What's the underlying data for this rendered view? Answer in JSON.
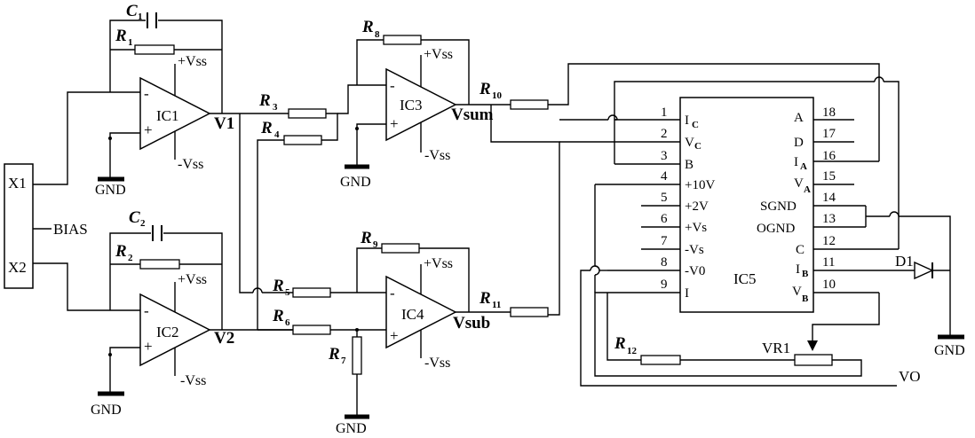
{
  "labels": {
    "c1": "C",
    "c1_sub": "1",
    "c2": "C",
    "c2_sub": "2",
    "r1": "R",
    "r1_sub": "1",
    "r2": "R",
    "r2_sub": "2",
    "r3": "R",
    "r3_sub": "3",
    "r4": "R",
    "r4_sub": "4",
    "r5": "R",
    "r5_sub": "5",
    "r6": "R",
    "r6_sub": "6",
    "r7": "R",
    "r7_sub": "7",
    "r8": "R",
    "r8_sub": "8",
    "r9": "R",
    "r9_sub": "9",
    "r10": "R",
    "r10_sub": "10",
    "r11": "R",
    "r11_sub": "11",
    "r12": "R",
    "r12_sub": "12",
    "ic1": "IC1",
    "ic2": "IC2",
    "ic3": "IC3",
    "ic4": "IC4",
    "ic5": "IC5",
    "v1": "V1",
    "v2": "V2",
    "vsum": "Vsum",
    "vsub": "Vsub",
    "vss_pos": "+Vss",
    "vss_neg": "-Vss",
    "gnd": "GND",
    "x1": "X1",
    "bias": "BIAS",
    "x2": "X2",
    "d1": "D1",
    "vr1": "VR1",
    "vo": "VO",
    "minus": "-",
    "plus": "+"
  },
  "ic5_left_pins": [
    {
      "num": "1",
      "name": "I",
      "sub": "C"
    },
    {
      "num": "2",
      "name": "V",
      "sub": "C"
    },
    {
      "num": "3",
      "name": "B",
      "sub": ""
    },
    {
      "num": "4",
      "name": "+10V",
      "sub": ""
    },
    {
      "num": "5",
      "name": "+2V",
      "sub": ""
    },
    {
      "num": "6",
      "name": "+Vs",
      "sub": ""
    },
    {
      "num": "7",
      "name": "-Vs",
      "sub": ""
    },
    {
      "num": "8",
      "name": "-V0",
      "sub": ""
    },
    {
      "num": "9",
      "name": "I",
      "sub": ""
    }
  ],
  "ic5_right_pins": [
    {
      "num": "18",
      "name": "A",
      "sub": ""
    },
    {
      "num": "17",
      "name": "D",
      "sub": ""
    },
    {
      "num": "16",
      "name": "I",
      "sub": "A"
    },
    {
      "num": "15",
      "name": "V",
      "sub": "A"
    },
    {
      "num": "14",
      "name": "SGND",
      "sub": ""
    },
    {
      "num": "13",
      "name": "OGND",
      "sub": ""
    },
    {
      "num": "12",
      "name": "C",
      "sub": ""
    },
    {
      "num": "11",
      "name": "I",
      "sub": "B"
    },
    {
      "num": "10",
      "name": "V",
      "sub": "B"
    }
  ]
}
